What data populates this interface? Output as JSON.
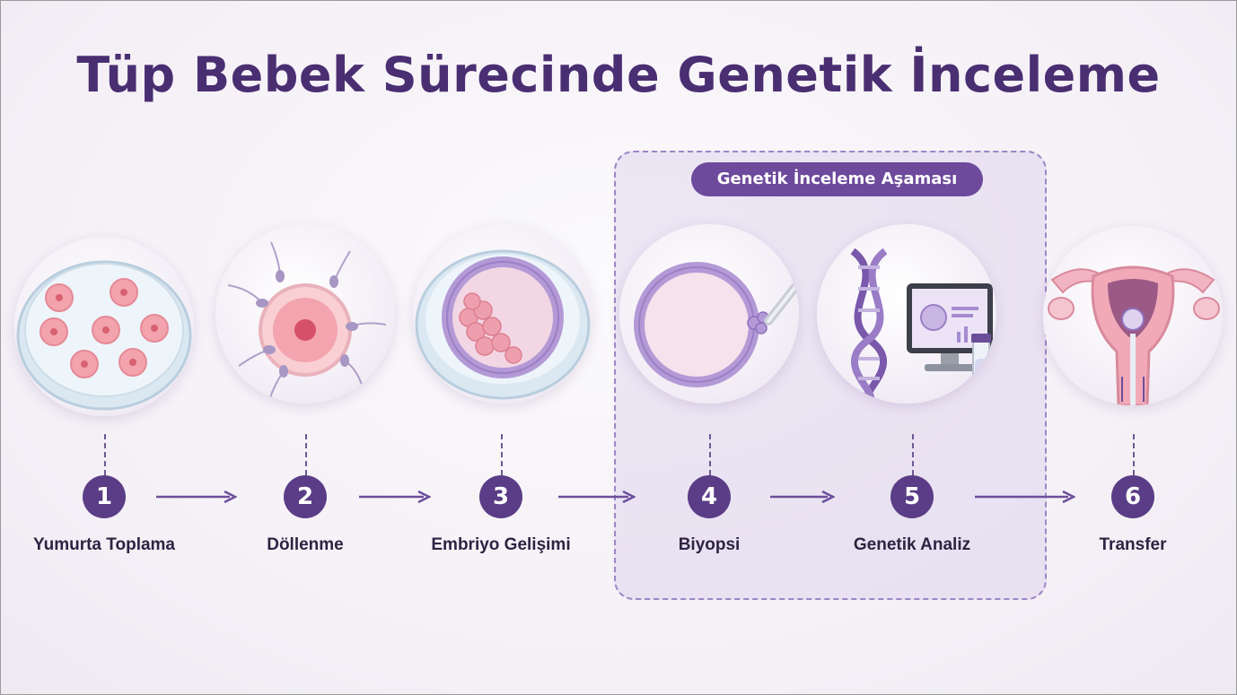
{
  "title": "Tüp Bebek Sürecinde Genetik İnceleme",
  "stage_label": "Genetik İnceleme Aşaması",
  "colors": {
    "primary": "#5a3d86",
    "title": "#4a2e72",
    "stage_bg": "#e6ddf1",
    "egg_pink": "#f2a3ad",
    "cell_purple": "#b39ad6"
  },
  "steps": [
    {
      "number": "1",
      "label": "Yumurta Toplama",
      "icon": "petri-dish-eggs-icon"
    },
    {
      "number": "2",
      "label": "Döllenme",
      "icon": "fertilization-icon"
    },
    {
      "number": "3",
      "label": "Embriyo Gelişimi",
      "icon": "blastocyst-dish-icon"
    },
    {
      "number": "4",
      "label": "Biyopsi",
      "icon": "embryo-biopsy-icon"
    },
    {
      "number": "5",
      "label": "Genetik Analiz",
      "icon": "dna-analysis-icon"
    },
    {
      "number": "6",
      "label": "Transfer",
      "icon": "uterus-transfer-icon"
    }
  ]
}
